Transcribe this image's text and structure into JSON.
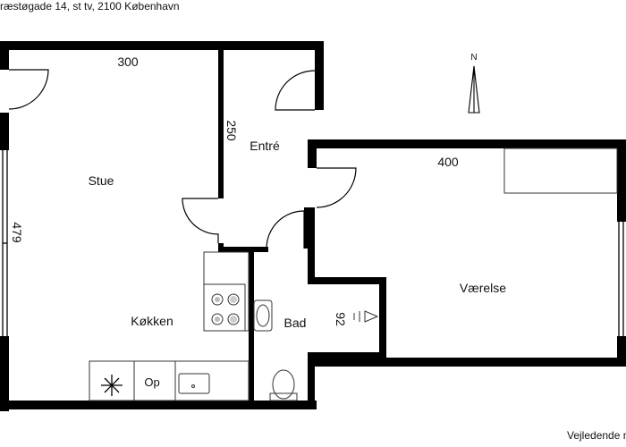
{
  "header": {
    "address": "ræstøgade 14, st tv, 2100 København"
  },
  "footer": {
    "note": "Vejledende n"
  },
  "compass": {
    "label": "N"
  },
  "rooms": {
    "stue": "Stue",
    "entre": "Entré",
    "kokken": "Køkken",
    "bad": "Bad",
    "vaerelse": "Værelse"
  },
  "dimensions": {
    "stue_width": "300",
    "entre_depth": "250",
    "stue_depth": "479",
    "vaerelse_width": "400",
    "bad_depth": "92"
  },
  "fixtures": {
    "oven_label": "Op"
  },
  "colors": {
    "wall": "#000000",
    "line": "#333333",
    "background": "#ffffff"
  }
}
